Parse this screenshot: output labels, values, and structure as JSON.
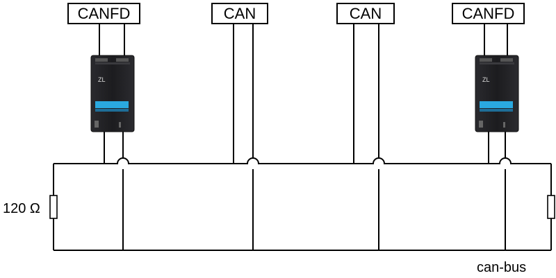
{
  "nodes": {
    "left_canfd": "CANFD",
    "can_1": "CAN",
    "can_2": "CAN",
    "right_canfd": "CANFD"
  },
  "resistor_label": "120 Ω",
  "bus_label": "can-bus",
  "colors": {
    "device_body": "#1f1f22",
    "device_screen": "#2aa9e0",
    "wire": "#000000"
  },
  "icons": {
    "device": "zlg-canfd-device-icon"
  }
}
